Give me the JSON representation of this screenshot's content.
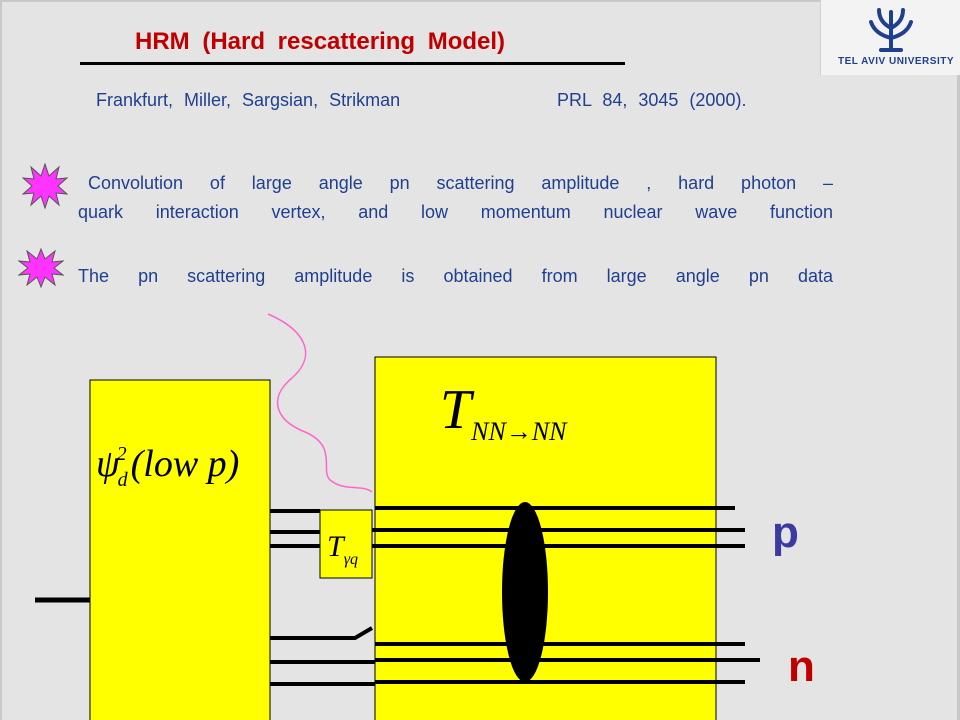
{
  "title": "HRM (Hard rescattering Model)",
  "reference": {
    "authors": "Frankfurt, Miller, Sargsian, Strikman",
    "journal": "PRL 84, 3045 (2000)."
  },
  "bullets": [
    {
      "line1": "Convolution of large angle pn scattering amplitude , hard photon –",
      "line2": "quark interaction vertex, and low momentum nuclear wave function"
    },
    {
      "line1": "The pn scattering amplitude is obtained from large angle pn data"
    }
  ],
  "logo": {
    "text": "TEL AVIV UNIVERSITY"
  },
  "diagram": {
    "wave_function_label": {
      "psi": "ψ",
      "sub": "d",
      "sup": "2",
      "arg": "(low p)"
    },
    "photon_vertex_label": {
      "symbol": "T",
      "sub": "γq"
    },
    "nn_amplitude_label": {
      "symbol": "T",
      "sub": "NN→NN"
    },
    "outgoing_labels": {
      "upper": "p",
      "lower": "n"
    }
  },
  "colors": {
    "title": "#c00000",
    "text": "#1f3f8f",
    "box_fill": "#ffff00",
    "star": "#ff33ff",
    "photon": "#ff66cc",
    "label_p": "#3a3aa0",
    "label_n": "#c00000"
  }
}
